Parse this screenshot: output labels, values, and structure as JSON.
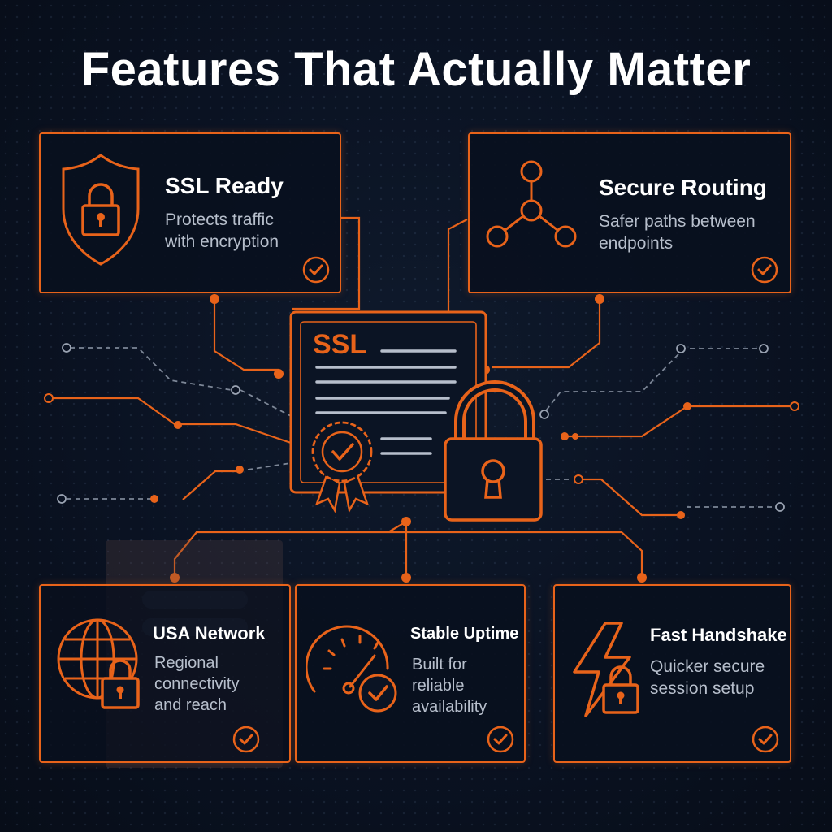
{
  "title": "Features That Actually Matter",
  "center": {
    "ssl_label": "SSL"
  },
  "cards": {
    "ssl_ready": {
      "title": "SSL Ready",
      "desc_line1": "Protects traffic",
      "desc_line2": "with encryption",
      "icon": "shield-lock-icon"
    },
    "secure_routing": {
      "title": "Secure Routing",
      "desc_line1": "Safer paths between",
      "desc_line2": "endpoints",
      "icon": "network-nodes-icon"
    },
    "usa_network": {
      "title": "USA Network",
      "desc_line1": "Regional",
      "desc_line2": "connectivity",
      "desc_line3": "and reach",
      "icon": "globe-lock-icon"
    },
    "stable_uptime": {
      "title": "Stable Uptime",
      "desc_line1": "Built for",
      "desc_line2": "reliable",
      "desc_line3": "availability",
      "icon": "gauge-check-icon"
    },
    "fast_handshake": {
      "title": "Fast Handshake",
      "desc_line1": "Quicker secure",
      "desc_line2": "session setup",
      "icon": "lightning-lock-icon"
    }
  },
  "colors": {
    "accent": "#e8631a",
    "background": "#0a1222",
    "text": "#ffffff",
    "muted_text": "#b7bfcc",
    "circuit_gray": "#7d8797"
  }
}
